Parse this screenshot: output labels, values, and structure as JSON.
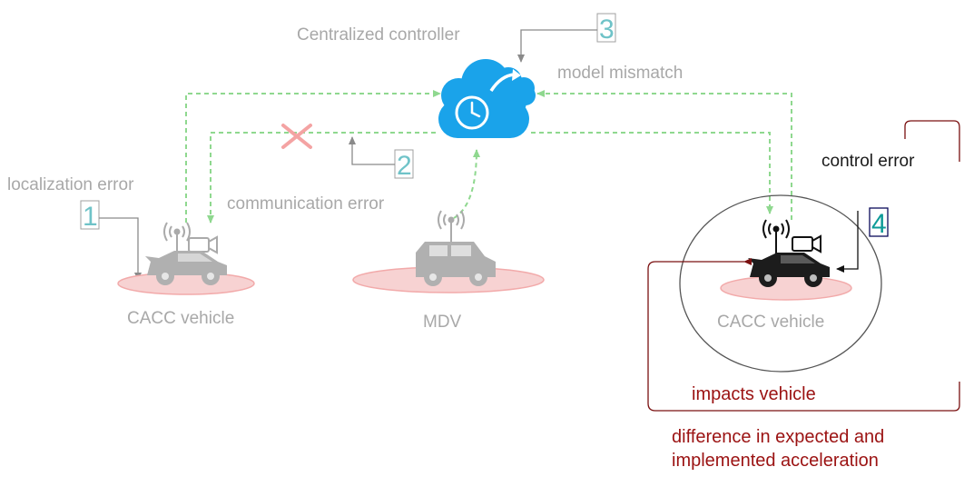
{
  "labels": {
    "controller": "Centralized controller",
    "model_mismatch": "model mismatch",
    "localization_error": "localization error",
    "communication_error": "communication error",
    "control_error": "control error",
    "cacc_vehicle_left": "CACC vehicle",
    "mdv": "MDV",
    "cacc_vehicle_right": "CACC vehicle",
    "impacts_vehicle": "impacts vehicle",
    "difference_line1": "difference in expected and",
    "difference_line2": "implemented acceleration"
  },
  "markers": {
    "one": "1",
    "two": "2",
    "three": "3",
    "four": "4"
  },
  "colors": {
    "green_link": "#8fd88f",
    "cloud_blue": "#1aa3ea",
    "error_red": "#9b1212",
    "cross_pink": "#f4a3a3",
    "ground_pink": "#f7d2d2"
  },
  "icons": [
    "cloud-clock-icon",
    "car-icon",
    "suv-icon",
    "antenna-icon",
    "camera-icon",
    "cross-icon"
  ]
}
